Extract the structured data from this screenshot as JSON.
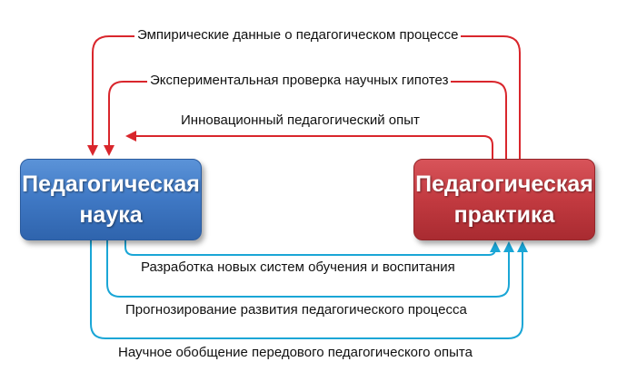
{
  "nodes": {
    "science": {
      "label": "Педагогическая\nнаука",
      "color": "#3f78c4"
    },
    "practice": {
      "label": "Педагогическая\nпрактика",
      "color": "#c23a40"
    }
  },
  "flows": {
    "practice_to_science": {
      "color": "#d9262c",
      "labels": [
        "Эмпирические данные о педагогическом процессе",
        "Экспериментальная проверка научных гипотез",
        "Инновационный педагогический опыт"
      ]
    },
    "science_to_practice": {
      "color": "#1aa6d6",
      "labels": [
        "Разработка новых систем обучения и воспитания",
        "Прогнозирование развития педагогического процесса",
        "Научное обобщение  передового педагогического опыта"
      ]
    }
  }
}
